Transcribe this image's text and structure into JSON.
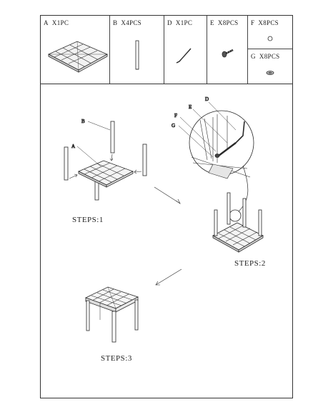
{
  "parts": [
    {
      "letter": "A",
      "qty": "X1PC",
      "icon": "tabletop-icon"
    },
    {
      "letter": "B",
      "qty": "X4PCS",
      "icon": "leg-icon"
    },
    {
      "letter": "D",
      "qty": "X1PC",
      "icon": "allen-key-icon"
    },
    {
      "letter": "E",
      "qty": "X8PCS",
      "icon": "bolt-icon"
    },
    {
      "letter": "F",
      "qty": "X8PCS",
      "icon": "spring-washer-icon"
    },
    {
      "letter": "G",
      "qty": "X8PCS",
      "icon": "flat-washer-icon"
    }
  ],
  "steps": [
    {
      "label": "STEPS:1"
    },
    {
      "label": "STEPS:2"
    },
    {
      "label": "STEPS:3"
    }
  ],
  "callouts": {
    "step1": [
      "B",
      "A"
    ],
    "step2": [
      "D",
      "E",
      "F",
      "G"
    ]
  }
}
